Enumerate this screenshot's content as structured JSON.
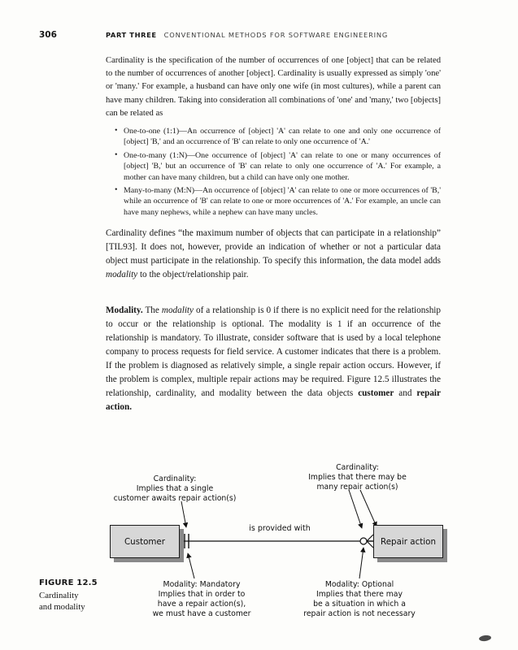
{
  "header": {
    "page_number": "306",
    "part_label": "PART THREE",
    "part_title": "CONVENTIONAL METHODS FOR SOFTWARE ENGINEERING"
  },
  "body": {
    "para1": "Cardinality is the specification of the number of occurrences of one [object] that can be related to the number of occurrences of another [object]. Cardinality is usually expressed as simply 'one' or 'many.' For example, a husband can have only one wife (in most cultures), while a parent can have many children. Taking into consideration all combinations of 'one' and 'many,' two [objects] can be related as",
    "bullets": [
      "One-to-one (1:1)—An occurrence of [object] 'A' can relate to one and only one occurrence of [object] 'B,' and an occurrence of 'B' can relate to only one occurrence of 'A.'",
      "One-to-many (1:N)—One occurrence of [object] 'A' can relate to one or many occurrences of [object] 'B,' but an occurrence of 'B' can relate to only one occurrence of 'A.' For example, a mother can have many children, but a child can have only one mother.",
      "Many-to-many (M:N)—An occurrence of [object] 'A' can relate to one or more occurrences of 'B,' while an occurrence of 'B' can relate to one or more occurrences of 'A.' For example, an uncle can have many nephews, while a nephew can have many uncles."
    ],
    "para2_t1": "Cardinality defines “the maximum number of objects that can participate in a relationship” [TIL93]. It does not, however, provide an indication of whether or not a particular data object must participate in the relationship. To specify this information, the data model adds ",
    "para2_italic": "modality",
    "para2_t2": " to the object/relationship pair.",
    "modality_label": "Modality.",
    "para3_t1": " The ",
    "para3_italic": "modality",
    "para3_t2": " of a relationship is 0 if there is no explicit need for the relationship to occur or the relationship is optional. The modality is 1 if an occurrence of the relationship is mandatory. To illustrate, consider software that is used by a local telephone company to process requests for field service. A customer indicates that there is a problem. If the problem is diagnosed as relatively simple, a single repair action occurs. However, if the problem is complex, multiple repair actions may be required. Figure 12.5 illustrates the relationship, cardinality, and modality between the data objects ",
    "para3_bold1": "customer",
    "para3_t3": " and ",
    "para3_bold2": "repair action."
  },
  "figure": {
    "caption_label": "FIGURE 12.5",
    "caption_text": "Cardinality\nand modality",
    "annotations": {
      "top_left": "Cardinality:\nImplies that a single\ncustomer awaits repair action(s)",
      "top_right": "Cardinality:\nImplies that there may be\nmany repair action(s)",
      "bottom_left": "Modality: Mandatory\nImplies that in order to\nhave a repair action(s),\nwe must have a customer",
      "bottom_right": "Modality: Optional\nImplies that there may\nbe a situation in which a\nrepair action is not necessary"
    },
    "entities": {
      "left": "Customer",
      "right": "Repair action"
    },
    "relationship_label": "is provided with",
    "colors": {
      "box_fill": "#d7d7d7",
      "box_shadow": "#8a8a8a",
      "line": "#111111"
    }
  }
}
